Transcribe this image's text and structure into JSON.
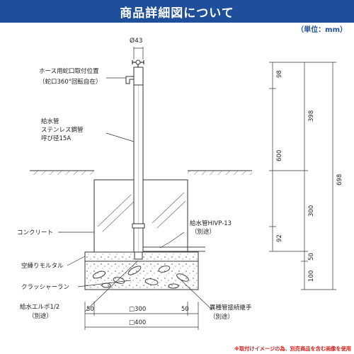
{
  "header": {
    "title": "商品詳細図について"
  },
  "unit": "（単位：mm）",
  "labels": {
    "diameter": "Ø43",
    "hose_line1": "ホース用蛇口取付位置",
    "hose_line2": "（蛇口360°回転自在）",
    "pipe_line1": "給水管",
    "pipe_line2": "ステンレス鋼管",
    "pipe_line3": "呼び径15A",
    "concrete": "コンクリート",
    "hivp_line1": "給水管HIVP-13",
    "hivp_line2": "（別途）",
    "mortar": "空練りモルタル",
    "crusher": "クラッシャーラン",
    "elbow_line1": "給水エルボ1/2",
    "elbow_line2": "（別途）",
    "joint_line1": "異種管接続継手",
    "joint_line2": "（別途）"
  },
  "dims": {
    "d98": "98",
    "d398": "398",
    "d600": "600",
    "d698": "698",
    "d300v": "300",
    "d92": "92",
    "d50v": "50",
    "d100": "100",
    "b50l": "50",
    "b300": "□300",
    "b50r": "50",
    "b400": "□400"
  },
  "footnote": "※取付けイメージの為、別売商品を含む画像を使用"
}
